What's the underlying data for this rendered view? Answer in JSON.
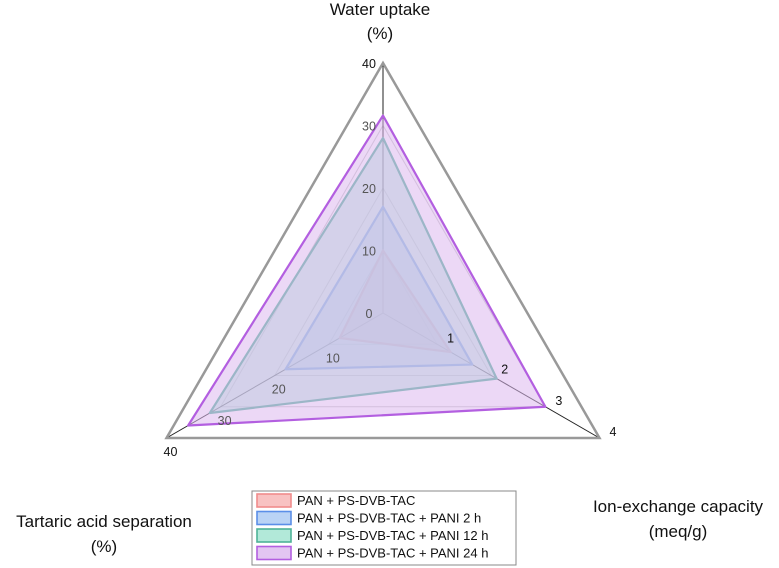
{
  "chart_data": {
    "type": "radar",
    "axes": [
      {
        "key": "water",
        "title": [
          "Water uptake",
          "(%)"
        ],
        "max": 40,
        "ticks": [
          {
            "value": 0,
            "label": "0"
          },
          {
            "value": 10,
            "label": "10"
          },
          {
            "value": 20,
            "label": "20"
          },
          {
            "value": 30,
            "label": "30"
          },
          {
            "value": 40,
            "label": "40"
          }
        ]
      },
      {
        "key": "iec",
        "title": [
          "Ion-exchange capacity",
          "(meq/g)"
        ],
        "max": 4,
        "ticks": [
          {
            "value": 1,
            "label": "1"
          },
          {
            "value": 2,
            "label": "2"
          },
          {
            "value": 3,
            "label": "3"
          },
          {
            "value": 4,
            "label": "4"
          }
        ]
      },
      {
        "key": "tartaric",
        "title": [
          "Tartaric acid separation",
          "(%)"
        ],
        "max": 40,
        "ticks": [
          {
            "value": 10,
            "label": "10"
          },
          {
            "value": 20,
            "label": "20"
          },
          {
            "value": 30,
            "label": "30"
          },
          {
            "value": 40,
            "label": "40"
          }
        ]
      }
    ],
    "series": [
      {
        "name": "PAN + PS-DVB-TAC",
        "values": [
          10,
          1.25,
          8
        ],
        "stroke": "#f08c8c",
        "fill": "#f6b3b3"
      },
      {
        "name": "PAN + PS-DVB-TAC + PANI 2 h",
        "values": [
          17,
          1.65,
          18
        ],
        "stroke": "#5b8fe8",
        "fill": "#a9c8f2"
      },
      {
        "name": "PAN + PS-DVB-TAC + PANI 12 h",
        "values": [
          28,
          2.1,
          32
        ],
        "stroke": "#4fb398",
        "fill": "#9fe3cf"
      },
      {
        "name": "PAN + PS-DVB-TAC + PANI 24 h",
        "values": [
          31.6,
          3.0,
          36
        ],
        "stroke": "#b35fe0",
        "fill": "#dcb8ef"
      }
    ],
    "legend_position": "bottom-center"
  }
}
